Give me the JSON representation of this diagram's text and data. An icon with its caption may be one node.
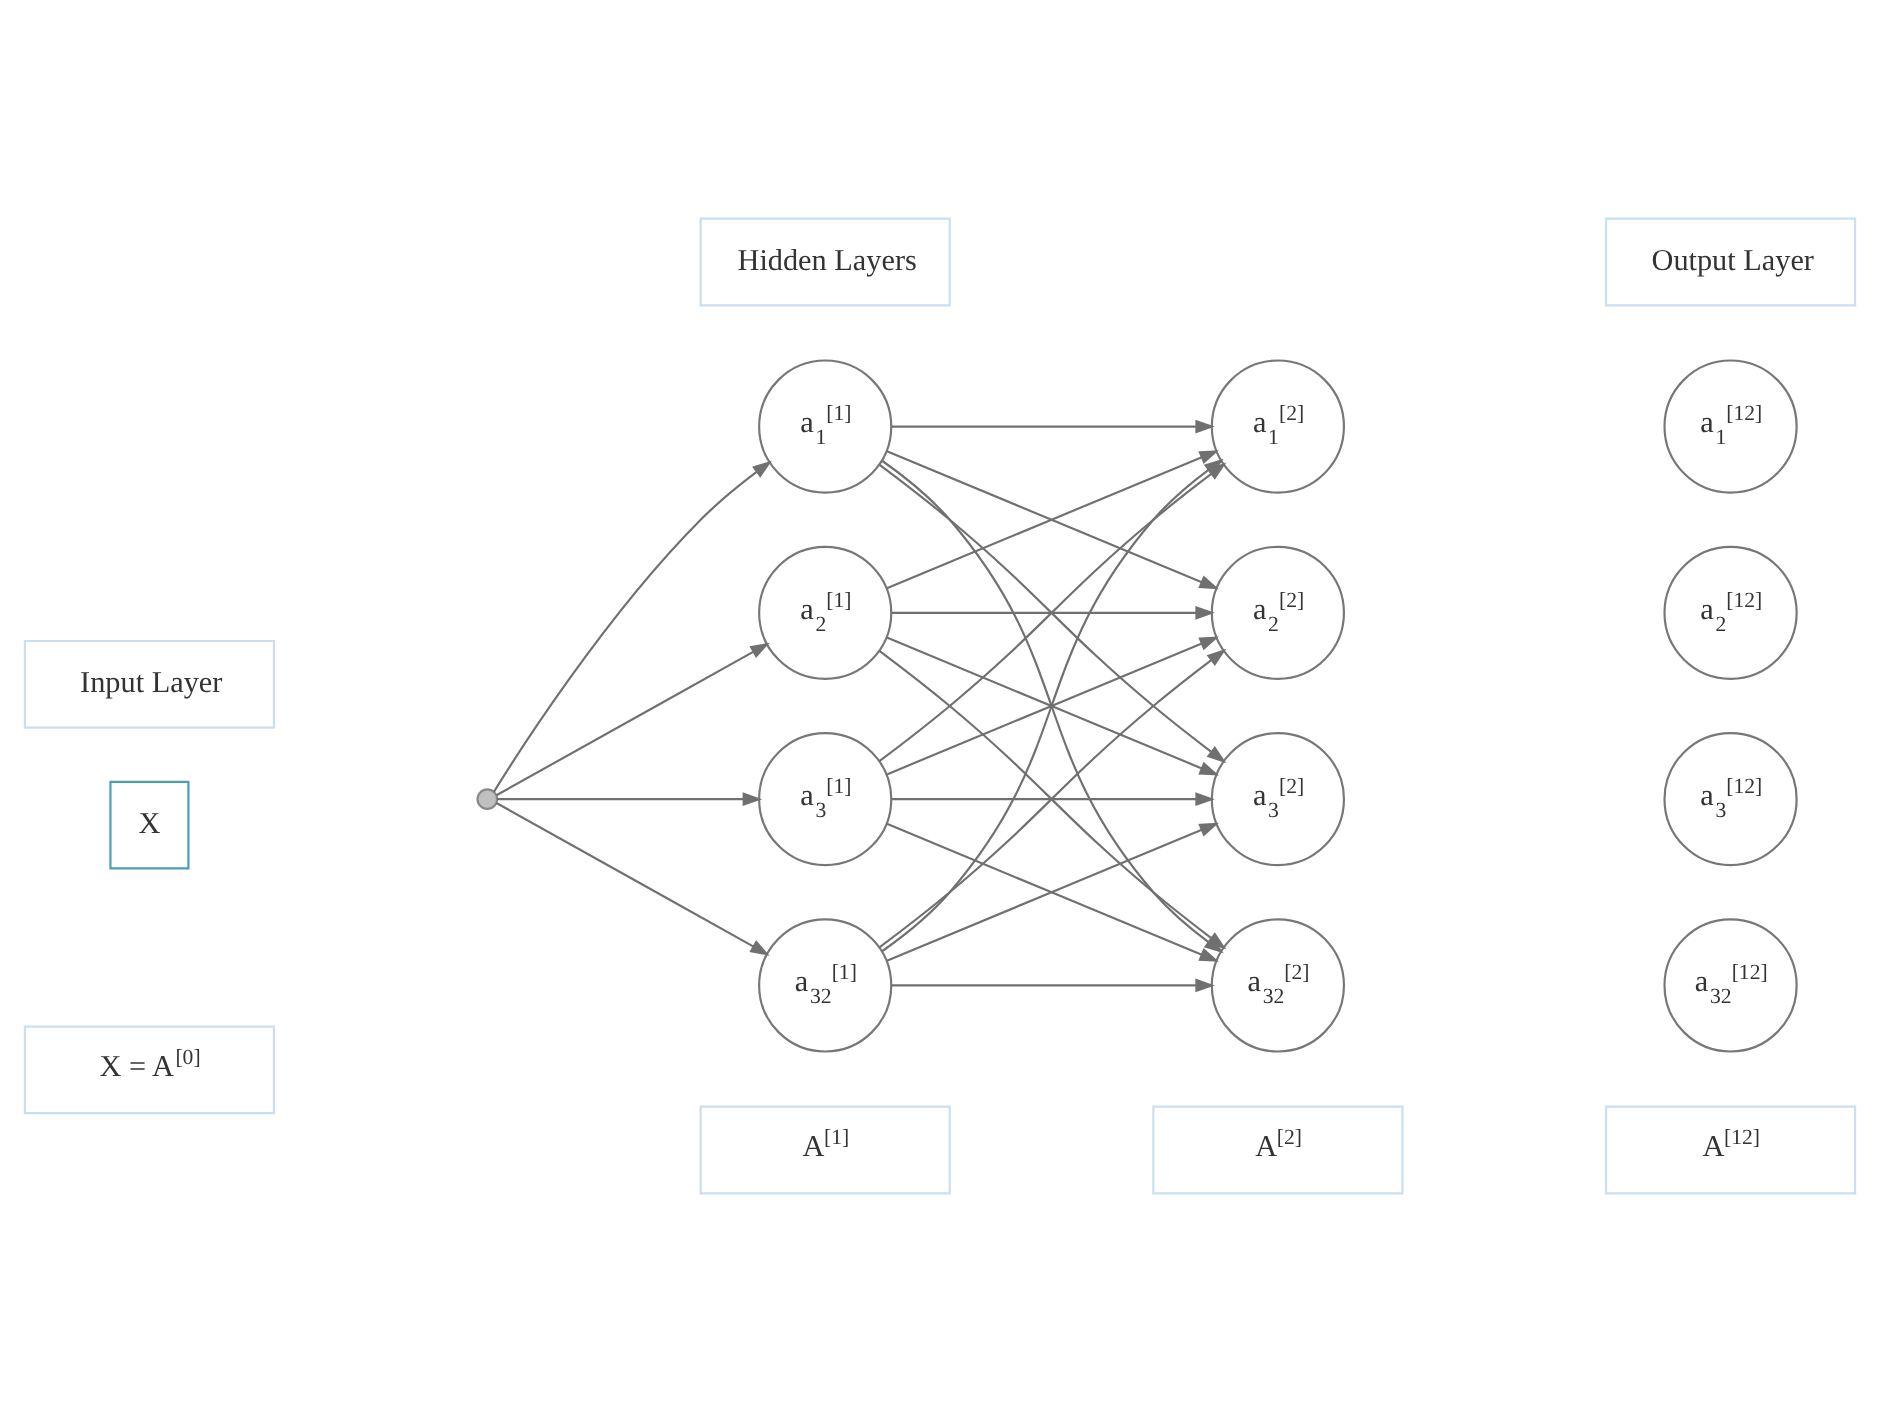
{
  "diagram": {
    "nodes": [
      {
        "text": [
          "Hidden Layers"
        ]
      },
      {
        "text": [
          "Output Layer"
        ]
      },
      {
        "text": [
          "Input Layer"
        ]
      },
      {
        "text": [
          "X"
        ]
      },
      {
        "text": [],
        "shape": "circle"
      },
      {
        "text": [
          "a$_{1}$$^{[1]}$"
        ]
      },
      {
        "text": [
          "a$_{2}$$^{[1]}$"
        ]
      },
      {
        "text": [
          "a$_{3}$$^{[1]}$"
        ]
      },
      {
        "text": [
          "a$_{32}$$^{[1]}$"
        ]
      },
      {
        "text": [
          "a$_{1}$$^{[2]}$"
        ]
      },
      {
        "text": [
          "a$_{2}$$^{[2]}$"
        ]
      },
      {
        "text": [
          "a$_{3}$$^{[2]}$"
        ]
      },
      {
        "text": [
          "a$_{32}$$^{[2]}$"
        ]
      },
      {
        "text": [
          "a$_{1}$$^{[12]}$"
        ]
      },
      {
        "text": [
          "a$_{2}$$^{[12]}$"
        ]
      },
      {
        "text": [
          "a$_{3}$$^{[12]}$"
        ]
      },
      {
        "text": [
          "a$_{32}$$^{[12]}$"
        ]
      },
      {
        "text": [
          "X = A$^{[0]}$"
        ]
      },
      {
        "text": [
          "A$^{[1]}$"
        ]
      },
      {
        "text": [
          "A$^{[2]}$"
        ]
      },
      {
        "text": [
          "A$^{[12]}$"
        ]
      }
    ],
    "edges": [
      {
        "from": 4,
        "to": 5,
        "arrow": "to"
      },
      {
        "from": 4,
        "to": 6,
        "arrow": "to"
      },
      {
        "from": 4,
        "to": 7,
        "arrow": "to"
      },
      {
        "from": 4,
        "to": 8,
        "arrow": "to"
      },
      {
        "from": 5,
        "to": 9,
        "arrow": "to"
      },
      {
        "from": 5,
        "to": 10,
        "arrow": "to"
      },
      {
        "from": 5,
        "to": 11,
        "arrow": "to"
      },
      {
        "from": 5,
        "to": 12,
        "arrow": "to"
      },
      {
        "from": 6,
        "to": 9,
        "arrow": "to"
      },
      {
        "from": 6,
        "to": 10,
        "arrow": "to"
      },
      {
        "from": 6,
        "to": 11,
        "arrow": "to"
      },
      {
        "from": 6,
        "to": 12,
        "arrow": "to"
      },
      {
        "from": 7,
        "to": 9,
        "arrow": "to"
      },
      {
        "from": 7,
        "to": 10,
        "arrow": "to"
      },
      {
        "from": 7,
        "to": 11,
        "arrow": "to"
      },
      {
        "from": 7,
        "to": 12,
        "arrow": "to"
      },
      {
        "from": 8,
        "to": 9,
        "arrow": "to"
      },
      {
        "from": 8,
        "to": 10,
        "arrow": "to"
      },
      {
        "from": 8,
        "to": 11,
        "arrow": "to"
      },
      {
        "from": 8,
        "to": 12,
        "arrow": "to"
      }
    ]
  }
}
